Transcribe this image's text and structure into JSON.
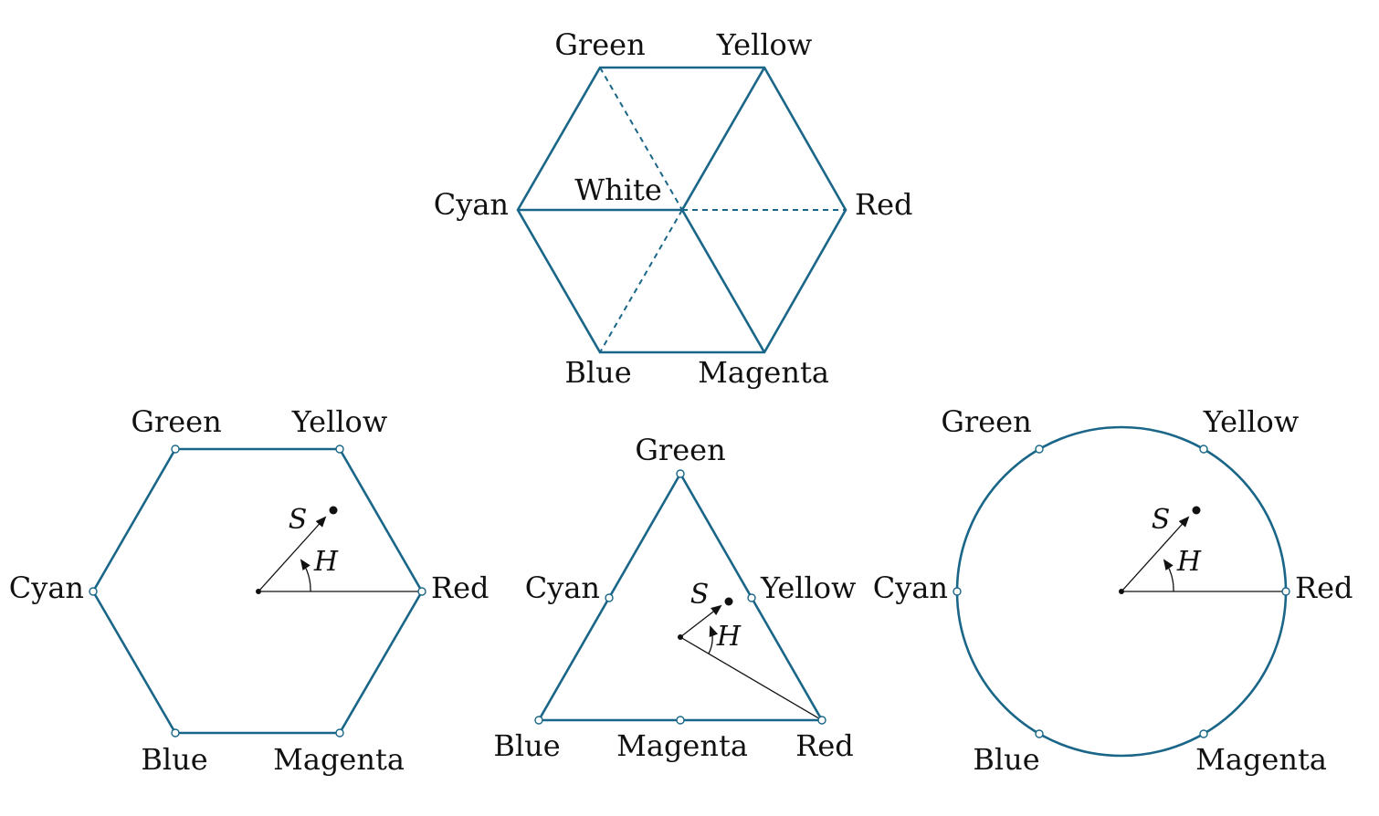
{
  "top_hexagon": {
    "labels": {
      "green": "Green",
      "yellow": "Yellow",
      "cyan": "Cyan",
      "white": "White",
      "red": "Red",
      "blue": "Blue",
      "magenta": "Magenta"
    }
  },
  "hexagon": {
    "labels": {
      "green": "Green",
      "yellow": "Yellow",
      "cyan": "Cyan",
      "red": "Red",
      "blue": "Blue",
      "magenta": "Magenta"
    },
    "saturation_symbol": "S",
    "hue_symbol": "H"
  },
  "triangle": {
    "labels": {
      "green": "Green",
      "cyan": "Cyan",
      "yellow": "Yellow",
      "blue": "Blue",
      "magenta": "Magenta",
      "red": "Red"
    },
    "saturation_symbol": "S",
    "hue_symbol": "H"
  },
  "circle": {
    "labels": {
      "green": "Green",
      "yellow": "Yellow",
      "cyan": "Cyan",
      "red": "Red",
      "blue": "Blue",
      "magenta": "Magenta"
    },
    "saturation_symbol": "S",
    "hue_symbol": "H"
  },
  "colors": {
    "outline": "#1a6688",
    "ink": "#111111"
  }
}
